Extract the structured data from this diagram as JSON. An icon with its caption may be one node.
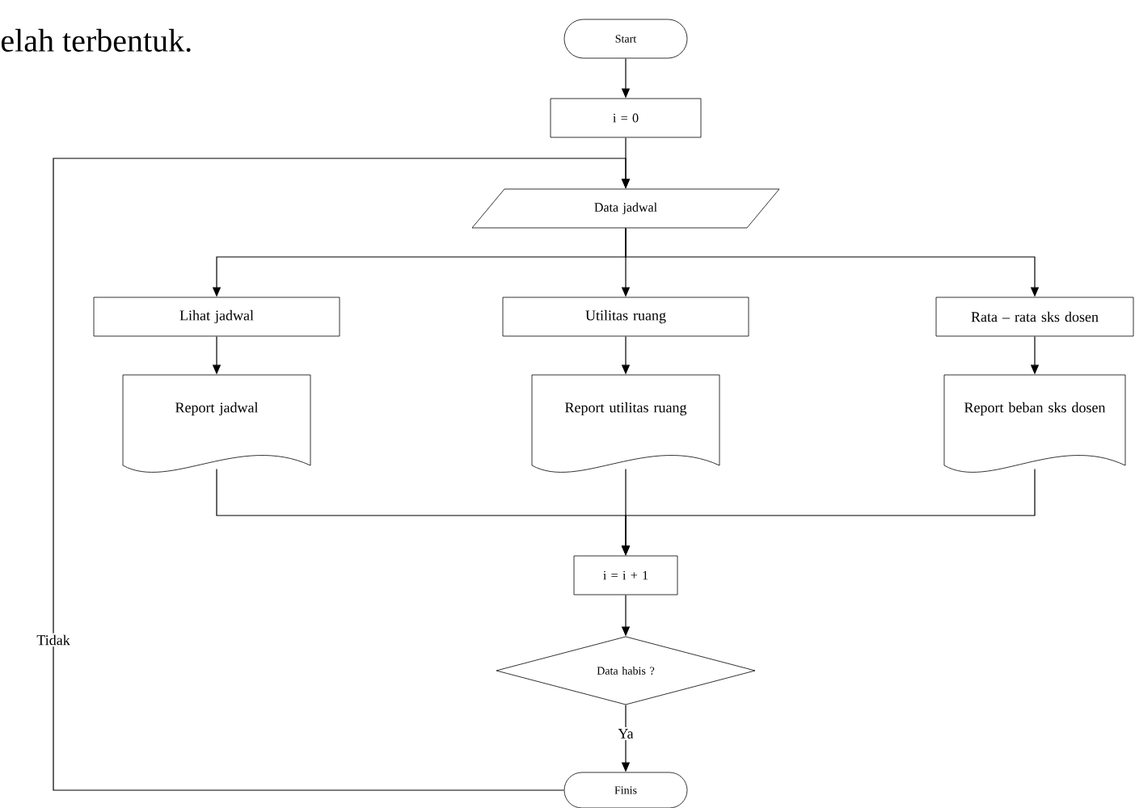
{
  "diagram": {
    "nodes": [
      {
        "text": [
          "Start"
        ]
      },
      {
        "text": [
          "i = 0"
        ]
      },
      {
        "text": [
          "Data jadwal"
        ]
      },
      {
        "text": [
          "Lihat jadwal"
        ]
      },
      {
        "text": [
          "Utilitas ruang"
        ]
      },
      {
        "text": [
          "Rata – rata sks dosen"
        ]
      },
      {
        "text": [
          "Report jadwal"
        ]
      },
      {
        "text": [
          "Report utilitas ruang"
        ]
      },
      {
        "text": [
          "Report beban sks dosen"
        ]
      },
      {
        "text": [
          "i = i + 1"
        ]
      },
      {
        "text": [
          "Data habis ?"
        ]
      },
      {
        "text": [
          "Finis"
        ]
      }
    ],
    "edges": [
      {
        "from": 0,
        "to": 1,
        "arrow": "to"
      },
      {
        "from": 1,
        "to": 2,
        "arrow": "to"
      },
      {
        "from": 2,
        "to": 3,
        "arrow": "to"
      },
      {
        "from": 2,
        "to": 4,
        "arrow": "to"
      },
      {
        "from": 2,
        "to": 5,
        "arrow": "to"
      },
      {
        "from": 3,
        "to": 6,
        "arrow": "to"
      },
      {
        "from": 4,
        "to": 7,
        "arrow": "to"
      },
      {
        "from": 5,
        "to": 8,
        "arrow": "to"
      },
      {
        "from": 6,
        "to": 9,
        "arrow": "to"
      },
      {
        "from": 7,
        "to": 9,
        "arrow": "to"
      },
      {
        "from": 8,
        "to": 9,
        "arrow": "to"
      },
      {
        "from": 9,
        "to": 10,
        "arrow": "to"
      },
      {
        "from": 10,
        "to": 11,
        "arrow": "to",
        "label": "Ya"
      },
      {
        "from": 11,
        "to": 2,
        "arrow": "to",
        "label": "Tidak"
      }
    ],
    "labels": [
      "elah terbentuk."
    ]
  }
}
